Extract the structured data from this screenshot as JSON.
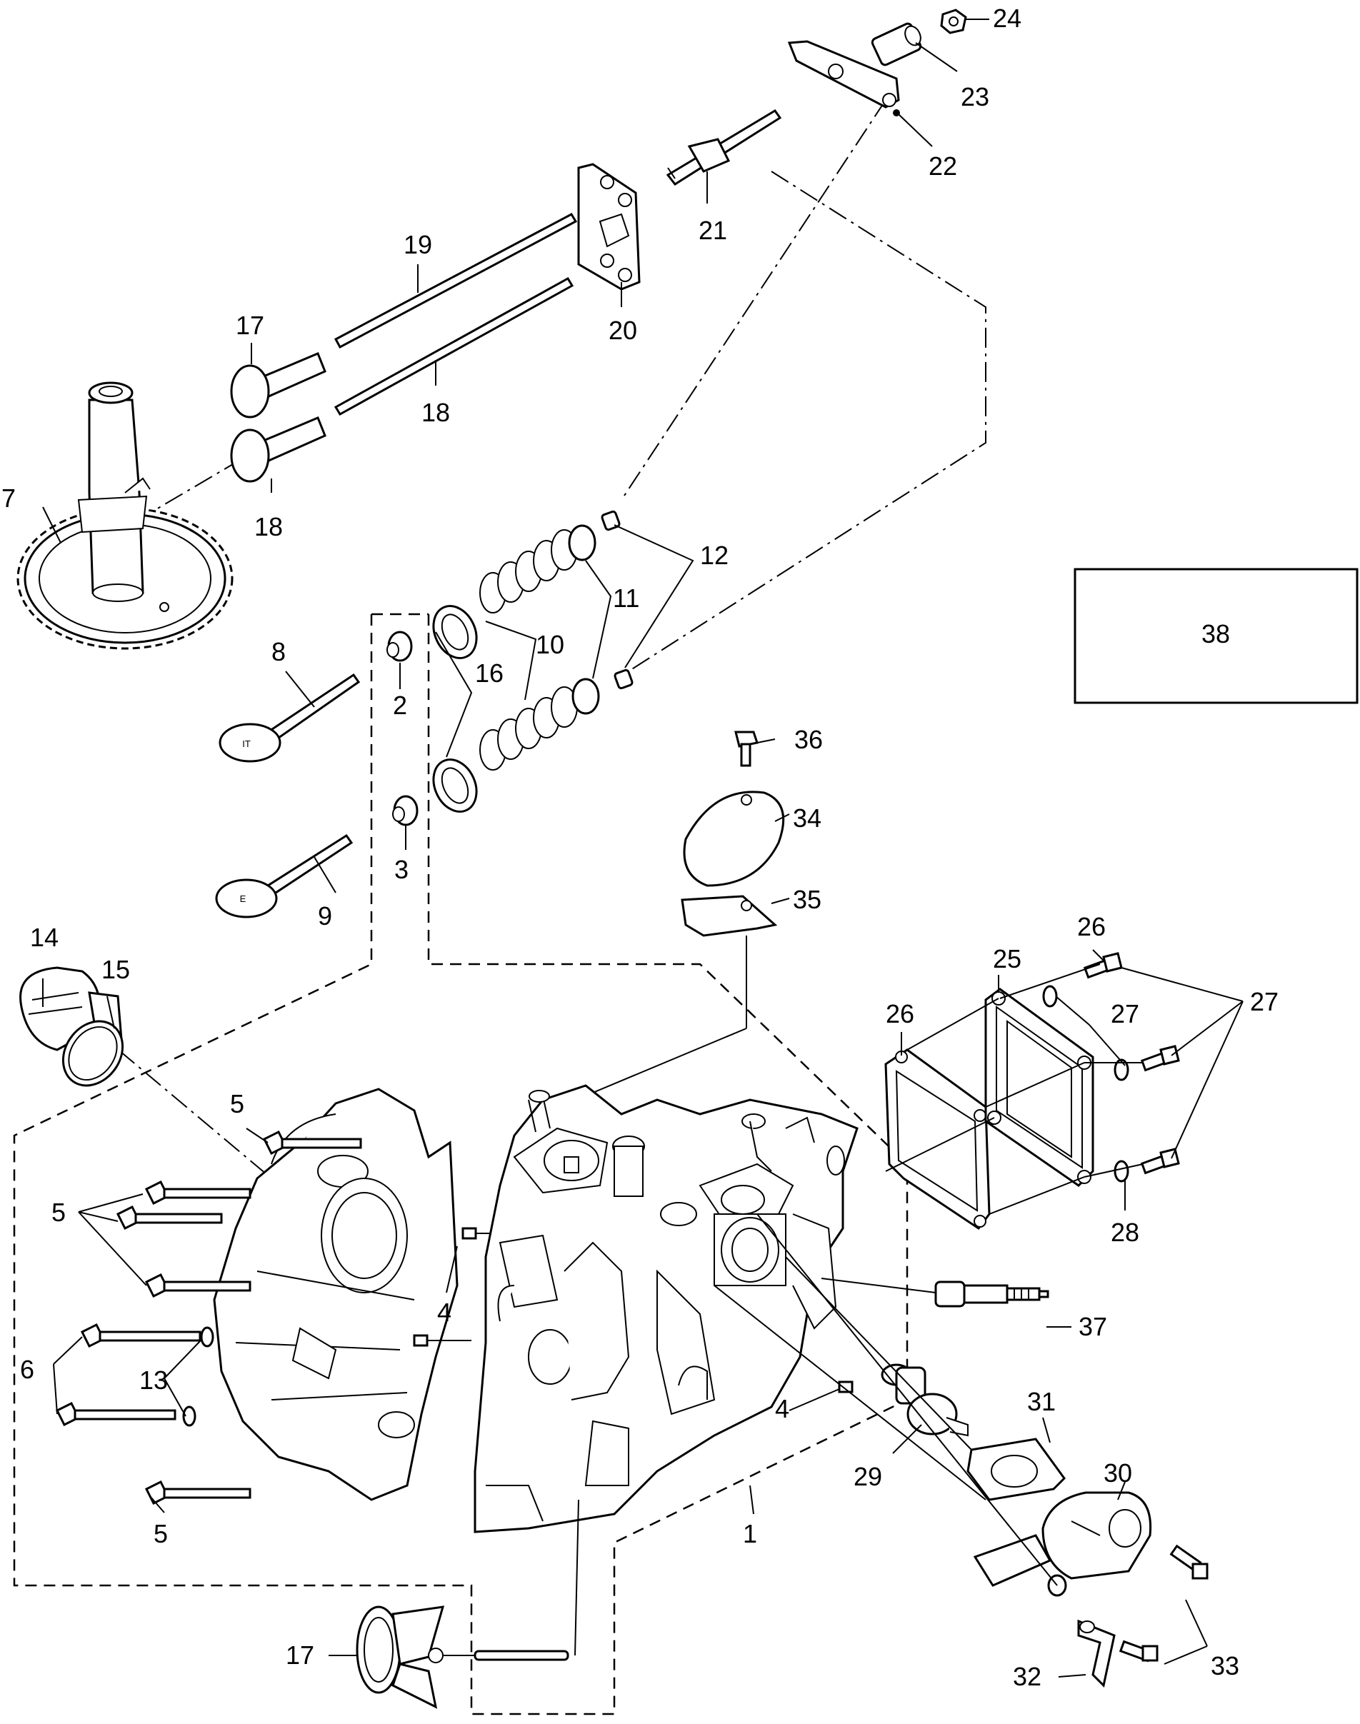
{
  "diagram": {
    "callouts": [
      {
        "id": "1",
        "text": "1"
      },
      {
        "id": "2",
        "text": "2"
      },
      {
        "id": "3",
        "text": "3"
      },
      {
        "id": "4a",
        "text": "4"
      },
      {
        "id": "4b",
        "text": "4"
      },
      {
        "id": "5a",
        "text": "5"
      },
      {
        "id": "5b",
        "text": "5"
      },
      {
        "id": "5c",
        "text": "5"
      },
      {
        "id": "6",
        "text": "6"
      },
      {
        "id": "7",
        "text": "7"
      },
      {
        "id": "8",
        "text": "8"
      },
      {
        "id": "9",
        "text": "9"
      },
      {
        "id": "10",
        "text": "10"
      },
      {
        "id": "11",
        "text": "11"
      },
      {
        "id": "12",
        "text": "12"
      },
      {
        "id": "13",
        "text": "13"
      },
      {
        "id": "14",
        "text": "14"
      },
      {
        "id": "15",
        "text": "15"
      },
      {
        "id": "16",
        "text": "16"
      },
      {
        "id": "17a",
        "text": "17"
      },
      {
        "id": "17b",
        "text": "17"
      },
      {
        "id": "18a",
        "text": "18"
      },
      {
        "id": "18b",
        "text": "18"
      },
      {
        "id": "19",
        "text": "19"
      },
      {
        "id": "20",
        "text": "20"
      },
      {
        "id": "21",
        "text": "21"
      },
      {
        "id": "22",
        "text": "22"
      },
      {
        "id": "23",
        "text": "23"
      },
      {
        "id": "24",
        "text": "24"
      },
      {
        "id": "25",
        "text": "25"
      },
      {
        "id": "26a",
        "text": "26"
      },
      {
        "id": "26b",
        "text": "26"
      },
      {
        "id": "27a",
        "text": "27"
      },
      {
        "id": "27b",
        "text": "27"
      },
      {
        "id": "28",
        "text": "28"
      },
      {
        "id": "29",
        "text": "29"
      },
      {
        "id": "30",
        "text": "30"
      },
      {
        "id": "31",
        "text": "31"
      },
      {
        "id": "32",
        "text": "32"
      },
      {
        "id": "33",
        "text": "33"
      },
      {
        "id": "34",
        "text": "34"
      },
      {
        "id": "35",
        "text": "35"
      },
      {
        "id": "36",
        "text": "36"
      },
      {
        "id": "37",
        "text": "37"
      }
    ],
    "boxed_reference": {
      "text": "38"
    },
    "valve_marks": {
      "intake": "IT",
      "exhaust": "E"
    }
  }
}
